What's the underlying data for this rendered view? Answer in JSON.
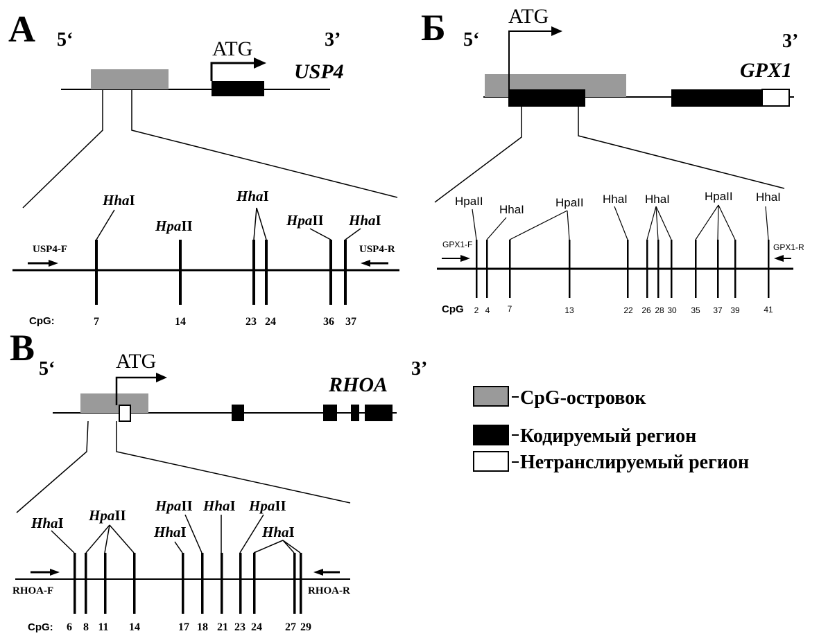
{
  "panels": {
    "A": {
      "letter": "А",
      "five": "5‘",
      "three": "3’",
      "atg": "ATG",
      "gene": "USP4",
      "primer_f": "USP4-F",
      "primer_r": "USP4-R",
      "cpg_label": "CpG:",
      "sites": [
        {
          "cpg": "7",
          "enzyme": "HhaI"
        },
        {
          "cpg": "14",
          "enzyme": "HpaII"
        },
        {
          "cpg": "23",
          "enzyme": "HhaI"
        },
        {
          "cpg": "24",
          "enzyme": "HhaI"
        },
        {
          "cpg": "36",
          "enzyme": "HpaII"
        },
        {
          "cpg": "37",
          "enzyme": "HhaI"
        }
      ],
      "enzyme_labels": [
        {
          "pre": "Hha",
          "post": "I"
        },
        {
          "pre": "Hpa",
          "post": "II"
        },
        {
          "pre": "Hha",
          "post": "I"
        },
        {
          "pre": "Hpa",
          "post": "II"
        },
        {
          "pre": "Hha",
          "post": "I"
        }
      ]
    },
    "B": {
      "letter": "Б",
      "five": "5‘",
      "three": "3’",
      "atg": "ATG",
      "gene": "GPX1",
      "primer_f": "GPX1-F",
      "primer_r": "GPX1-R",
      "cpg_label": "CpG",
      "sites": [
        {
          "cpg": "2",
          "enzyme": "HpaII"
        },
        {
          "cpg": "4",
          "enzyme": "HhaI"
        },
        {
          "cpg": "7",
          "enzyme": "HpaII"
        },
        {
          "cpg": "13",
          "enzyme": "HpaII"
        },
        {
          "cpg": "22",
          "enzyme": "HhaI"
        },
        {
          "cpg": "26",
          "enzyme": "HhaI"
        },
        {
          "cpg": "28",
          "enzyme": "HhaI"
        },
        {
          "cpg": "30",
          "enzyme": "HhaI"
        },
        {
          "cpg": "35",
          "enzyme": "HpaII"
        },
        {
          "cpg": "37",
          "enzyme": "HpaII"
        },
        {
          "cpg": "39",
          "enzyme": "HpaII"
        },
        {
          "cpg": "41",
          "enzyme": "HhaI"
        }
      ],
      "enzyme_labels": [
        "HpaII",
        "HhaI",
        "HpaII",
        "HhaI",
        "HhaI",
        "HpaII",
        "HhaI"
      ]
    },
    "C": {
      "letter": "В",
      "five": "5‘",
      "three": "3’",
      "atg": "ATG",
      "gene": "RHOA",
      "primer_f": "RHOA-F",
      "primer_r": "RHOA-R",
      "cpg_label": "CpG:",
      "sites": [
        {
          "cpg": "6",
          "enzyme": "HhaI"
        },
        {
          "cpg": "8",
          "enzyme": "HpaII"
        },
        {
          "cpg": "11",
          "enzyme": "HpaII"
        },
        {
          "cpg": "14",
          "enzyme": "HpaII"
        },
        {
          "cpg": "17",
          "enzyme": "HhaI"
        },
        {
          "cpg": "18",
          "enzyme": "HpaII"
        },
        {
          "cpg": "21",
          "enzyme": "HhaI"
        },
        {
          "cpg": "23",
          "enzyme": "HpaII"
        },
        {
          "cpg": "24",
          "enzyme": "HhaI"
        },
        {
          "cpg": "27",
          "enzyme": "HhaI"
        },
        {
          "cpg": "29",
          "enzyme": "HhaI"
        }
      ],
      "enzyme_labels": [
        {
          "pre": "Hha",
          "post": "I"
        },
        {
          "pre": "Hpa",
          "post": "II"
        },
        {
          "pre": "Hpa",
          "post": "II"
        },
        {
          "pre": "Hha",
          "post": "I"
        },
        {
          "pre": "Hha",
          "post": "I"
        },
        {
          "pre": "Hpa",
          "post": "II"
        },
        {
          "pre": "Hha",
          "post": "I"
        }
      ]
    }
  },
  "legend": {
    "items": [
      {
        "label": "CpG-островок",
        "color": "#9a9a9a"
      },
      {
        "label": "Кодируемый регион",
        "color": "#000000"
      },
      {
        "label": "Нетранслируемый регион",
        "color": "#ffffff"
      }
    ]
  }
}
